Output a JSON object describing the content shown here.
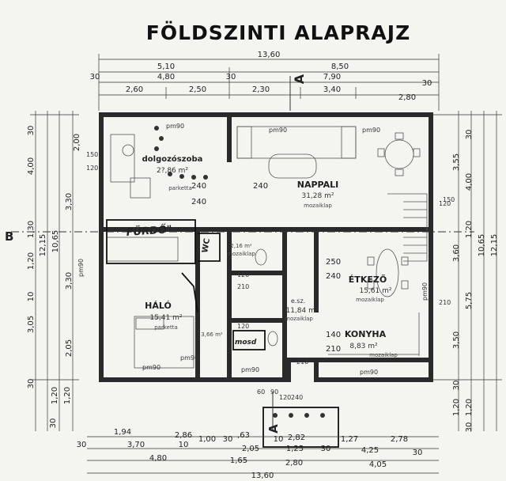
{
  "title": "FÖLDSZINTI ALAPRAJZ",
  "section_marks": {
    "a_top": "A",
    "a_bottom": "A",
    "b_left": "B"
  },
  "rooms": {
    "study": {
      "name": "dolgozószoba",
      "area": "2?,86 m²",
      "floor": "parketta"
    },
    "living": {
      "name": "NAPPALI",
      "area": "31,28 m²",
      "floor": "mozaiklap"
    },
    "dining": {
      "name": "ÉTKEZŐ",
      "area": "15,61 m²",
      "floor": "mozaiklap"
    },
    "bedroom": {
      "name": "HÁLÓ",
      "area": "15,41 m²",
      "floor": "parketta"
    },
    "kitchen": {
      "name": "KONYHA",
      "area": "8,83 m²",
      "floor": "mozaiklap"
    },
    "hall": {
      "name": "e.sz.",
      "area": "11,84 m²",
      "floor": "mozaiklap"
    },
    "wc": {
      "area": "2,16 m²",
      "floor": "mozaiklap"
    },
    "bath_handwritten": "FÜRDŐ\"",
    "wc_handwritten": "WC",
    "mosd_handwritten": "mosd",
    "small_room": {
      "area": "3,66 m²"
    }
  },
  "top_dims": {
    "total": "13,60",
    "row1": [
      "5,10",
      "8,50"
    ],
    "row2": [
      "30",
      "4,80",
      "30",
      "7,90",
      "30"
    ],
    "row3": [
      "2,60",
      "2,50",
      "2,30",
      "3,40",
      "2,80"
    ]
  },
  "bottom_dims": {
    "total": "13,60",
    "row1": [
      "1,94",
      "2,86",
      "1,00",
      "30",
      ",63",
      "10",
      "2,82",
      "1,27",
      "2,78"
    ],
    "row2": [
      "30",
      "3,70",
      "10",
      "2,05",
      "1,25",
      "30",
      "4,25",
      "30"
    ],
    "row3": [
      "4,80",
      "1,65",
      "2,80",
      "4,05"
    ]
  },
  "left_dims": [
    "30",
    "2,00",
    "4,00",
    "3,30",
    "10,65",
    "12,15",
    "1,30",
    "1,20",
    "3,30",
    "3,05",
    "2,05",
    "1,20",
    "1,20",
    "30",
    "30",
    "10"
  ],
  "right_dims": [
    "30",
    "3,55",
    "4,00",
    "1,20",
    "150",
    "3,60",
    "10,65",
    "12,15",
    "5,75",
    "3,50",
    "30",
    "1,20",
    "1,20",
    "30"
  ],
  "wall_labels": [
    "150",
    "120",
    "240",
    "240",
    "240",
    "250",
    "240",
    "120",
    "210",
    "120",
    "210",
    "140",
    "210",
    "120",
    "210",
    "90",
    "60",
    "240",
    "120",
    "pm90",
    "pm90",
    "pm90",
    "pm90",
    "pm90",
    "pm90",
    "pm90",
    "pm90",
    "pm90"
  ],
  "colors": {
    "paper": "#f4f4f1",
    "ink": "#222222",
    "wall": "#2a2a2a"
  }
}
